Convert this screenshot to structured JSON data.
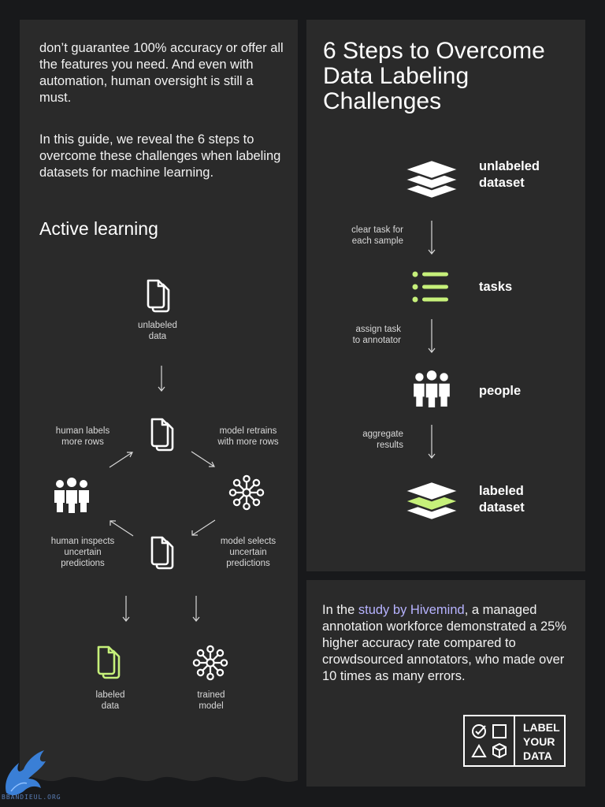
{
  "intro": {
    "paragraph1": "don’t guarantee 100% accuracy or offer all the features you need. And even with automation, human oversight is still a must.",
    "paragraph2": "In this guide, we reveal the 6 steps to overcome these challenges when labeling datasets for machine learning."
  },
  "active_learning": {
    "heading": "Active learning",
    "labels": {
      "unlabeled_data": "unlabeled\ndata",
      "human_labels": "human labels\nmore rows",
      "model_retrains": "model retrains\nwith more rows",
      "human_inspects": "human inspects\nuncertain\npredictions",
      "model_selects": "model selects\nuncertain\npredictions",
      "labeled_data": "labeled\ndata",
      "trained_model": "trained\nmodel"
    }
  },
  "steps": {
    "title": "6 Steps to Overcome Data Labeling Challenges",
    "nodes": [
      {
        "label": "unlabeled\ndataset"
      },
      {
        "label": "tasks"
      },
      {
        "label": "people"
      },
      {
        "label": "labeled\ndataset"
      }
    ],
    "edges": [
      {
        "label": "clear task for\neach sample"
      },
      {
        "label": "assign task\nto annotator"
      },
      {
        "label": "aggregate\nresults"
      }
    ]
  },
  "study": {
    "before": "In the ",
    "link": "study by Hivemind",
    "after": ", a managed annotation workforce demonstrated a 25% higher accuracy rate compared to crowdsourced annotators, who made over 10 times as many errors."
  },
  "logo": {
    "text": "LABEL\nYOUR\nDATA"
  },
  "watermark": {
    "text": "BBANDIEUL.ORG"
  },
  "colors": {
    "accent": "#c6f07a",
    "link": "#b7b3ff",
    "panel": "#2a2a2a",
    "background": "#18191b"
  }
}
